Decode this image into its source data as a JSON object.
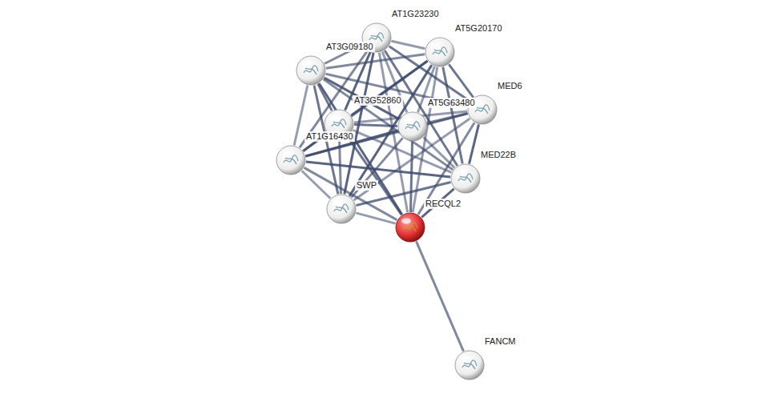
{
  "diagram": {
    "nodes": [
      {
        "text": [
          "AT1G23230"
        ]
      },
      {
        "text": [
          "AT5G20170"
        ]
      },
      {
        "text": [
          "AT3G09180"
        ]
      },
      {
        "text": [
          "MED6"
        ]
      },
      {
        "text": [
          "AT3G52860"
        ]
      },
      {
        "text": [
          "AT5G63480"
        ]
      },
      {
        "text": [
          "AT1G16430"
        ]
      },
      {
        "text": [
          "MED22B"
        ]
      },
      {
        "text": [
          "SWP"
        ]
      },
      {
        "text": [
          "RECQL2"
        ]
      },
      {
        "text": [
          "FANCM"
        ]
      }
    ],
    "edges": [
      {
        "from": 0,
        "to": 1,
        "arrow": "none"
      },
      {
        "from": 0,
        "to": 2,
        "arrow": "none"
      },
      {
        "from": 0,
        "to": 3,
        "arrow": "none"
      },
      {
        "from": 0,
        "to": 4,
        "arrow": "none"
      },
      {
        "from": 0,
        "to": 5,
        "arrow": "none"
      },
      {
        "from": 0,
        "to": 6,
        "arrow": "none"
      },
      {
        "from": 0,
        "to": 7,
        "arrow": "none"
      },
      {
        "from": 0,
        "to": 8,
        "arrow": "none"
      },
      {
        "from": 0,
        "to": 9,
        "arrow": "none"
      },
      {
        "from": 1,
        "to": 2,
        "arrow": "none"
      },
      {
        "from": 1,
        "to": 3,
        "arrow": "none"
      },
      {
        "from": 1,
        "to": 4,
        "arrow": "none"
      },
      {
        "from": 1,
        "to": 5,
        "arrow": "none"
      },
      {
        "from": 1,
        "to": 6,
        "arrow": "none"
      },
      {
        "from": 1,
        "to": 7,
        "arrow": "none"
      },
      {
        "from": 1,
        "to": 8,
        "arrow": "none"
      },
      {
        "from": 1,
        "to": 9,
        "arrow": "none"
      },
      {
        "from": 2,
        "to": 3,
        "arrow": "none"
      },
      {
        "from": 2,
        "to": 4,
        "arrow": "none"
      },
      {
        "from": 2,
        "to": 5,
        "arrow": "none"
      },
      {
        "from": 2,
        "to": 6,
        "arrow": "none"
      },
      {
        "from": 2,
        "to": 7,
        "arrow": "none"
      },
      {
        "from": 2,
        "to": 8,
        "arrow": "none"
      },
      {
        "from": 2,
        "to": 9,
        "arrow": "none"
      },
      {
        "from": 3,
        "to": 4,
        "arrow": "none"
      },
      {
        "from": 3,
        "to": 5,
        "arrow": "none"
      },
      {
        "from": 3,
        "to": 6,
        "arrow": "none"
      },
      {
        "from": 3,
        "to": 7,
        "arrow": "none"
      },
      {
        "from": 3,
        "to": 8,
        "arrow": "none"
      },
      {
        "from": 3,
        "to": 9,
        "arrow": "none"
      },
      {
        "from": 4,
        "to": 5,
        "arrow": "none"
      },
      {
        "from": 4,
        "to": 6,
        "arrow": "none"
      },
      {
        "from": 4,
        "to": 7,
        "arrow": "none"
      },
      {
        "from": 4,
        "to": 8,
        "arrow": "none"
      },
      {
        "from": 4,
        "to": 9,
        "arrow": "none"
      },
      {
        "from": 5,
        "to": 6,
        "arrow": "none"
      },
      {
        "from": 5,
        "to": 7,
        "arrow": "none"
      },
      {
        "from": 5,
        "to": 8,
        "arrow": "none"
      },
      {
        "from": 5,
        "to": 9,
        "arrow": "none"
      },
      {
        "from": 6,
        "to": 7,
        "arrow": "none"
      },
      {
        "from": 6,
        "to": 8,
        "arrow": "none"
      },
      {
        "from": 6,
        "to": 9,
        "arrow": "none"
      },
      {
        "from": 7,
        "to": 8,
        "arrow": "none"
      },
      {
        "from": 7,
        "to": 9,
        "arrow": "none"
      },
      {
        "from": 8,
        "to": 9,
        "arrow": "none"
      },
      {
        "from": 9,
        "to": 10,
        "arrow": "none"
      }
    ]
  }
}
